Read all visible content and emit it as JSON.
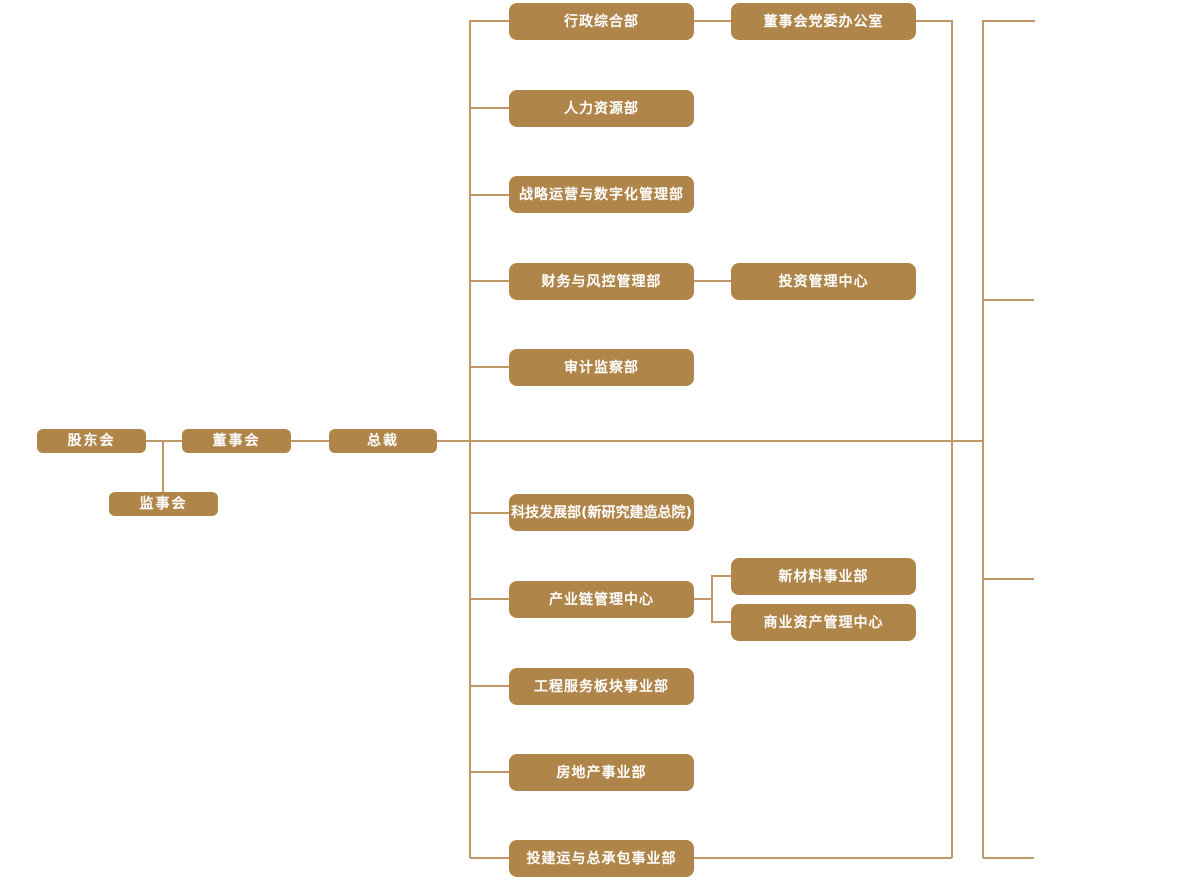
{
  "colors": {
    "node_fill": "#B0854A",
    "node_text": "#FFFFFF",
    "connector": "#C09767",
    "background": "#FFFFFF"
  },
  "org_chart": {
    "type": "org-chart",
    "governance": {
      "shareholders": {
        "label": "股东会"
      },
      "supervisory_board": {
        "label": "监事会",
        "parent": "股东会"
      },
      "board_of_directors": {
        "label": "董事会",
        "parent": "股东会"
      },
      "president": {
        "label": "总裁",
        "parent": "董事会"
      }
    },
    "departments": {
      "admin_general": {
        "label": "行政综合部",
        "parent": "总裁"
      },
      "human_resources": {
        "label": "人力资源部",
        "parent": "总裁"
      },
      "strategy_digital": {
        "label": "战略运营与数字化管理部",
        "parent": "总裁"
      },
      "finance_risk": {
        "label": "财务与风控管理部",
        "parent": "总裁"
      },
      "audit_supervision": {
        "label": "审计监察部",
        "parent": "总裁"
      },
      "tech_development": {
        "label": "科技发展部(新研究建造总院)",
        "parent": "总裁"
      },
      "industry_chain_center": {
        "label": "产业链管理中心",
        "parent": "总裁"
      },
      "engineering_services": {
        "label": "工程服务板块事业部",
        "parent": "总裁"
      },
      "real_estate": {
        "label": "房地产事业部",
        "parent": "总裁"
      },
      "invest_build_operate": {
        "label": "投建运与总承包事业部",
        "parent": "总裁"
      }
    },
    "sub_units": {
      "party_committee_office": {
        "label": "董事会党委办公室",
        "parent": "行政综合部"
      },
      "investment_center": {
        "label": "投资管理中心",
        "parent": "财务与风控管理部"
      },
      "new_materials": {
        "label": "新材料事业部",
        "parent": "产业链管理中心"
      },
      "commercial_assets": {
        "label": "商业资产管理中心",
        "parent": "产业链管理中心"
      }
    }
  }
}
